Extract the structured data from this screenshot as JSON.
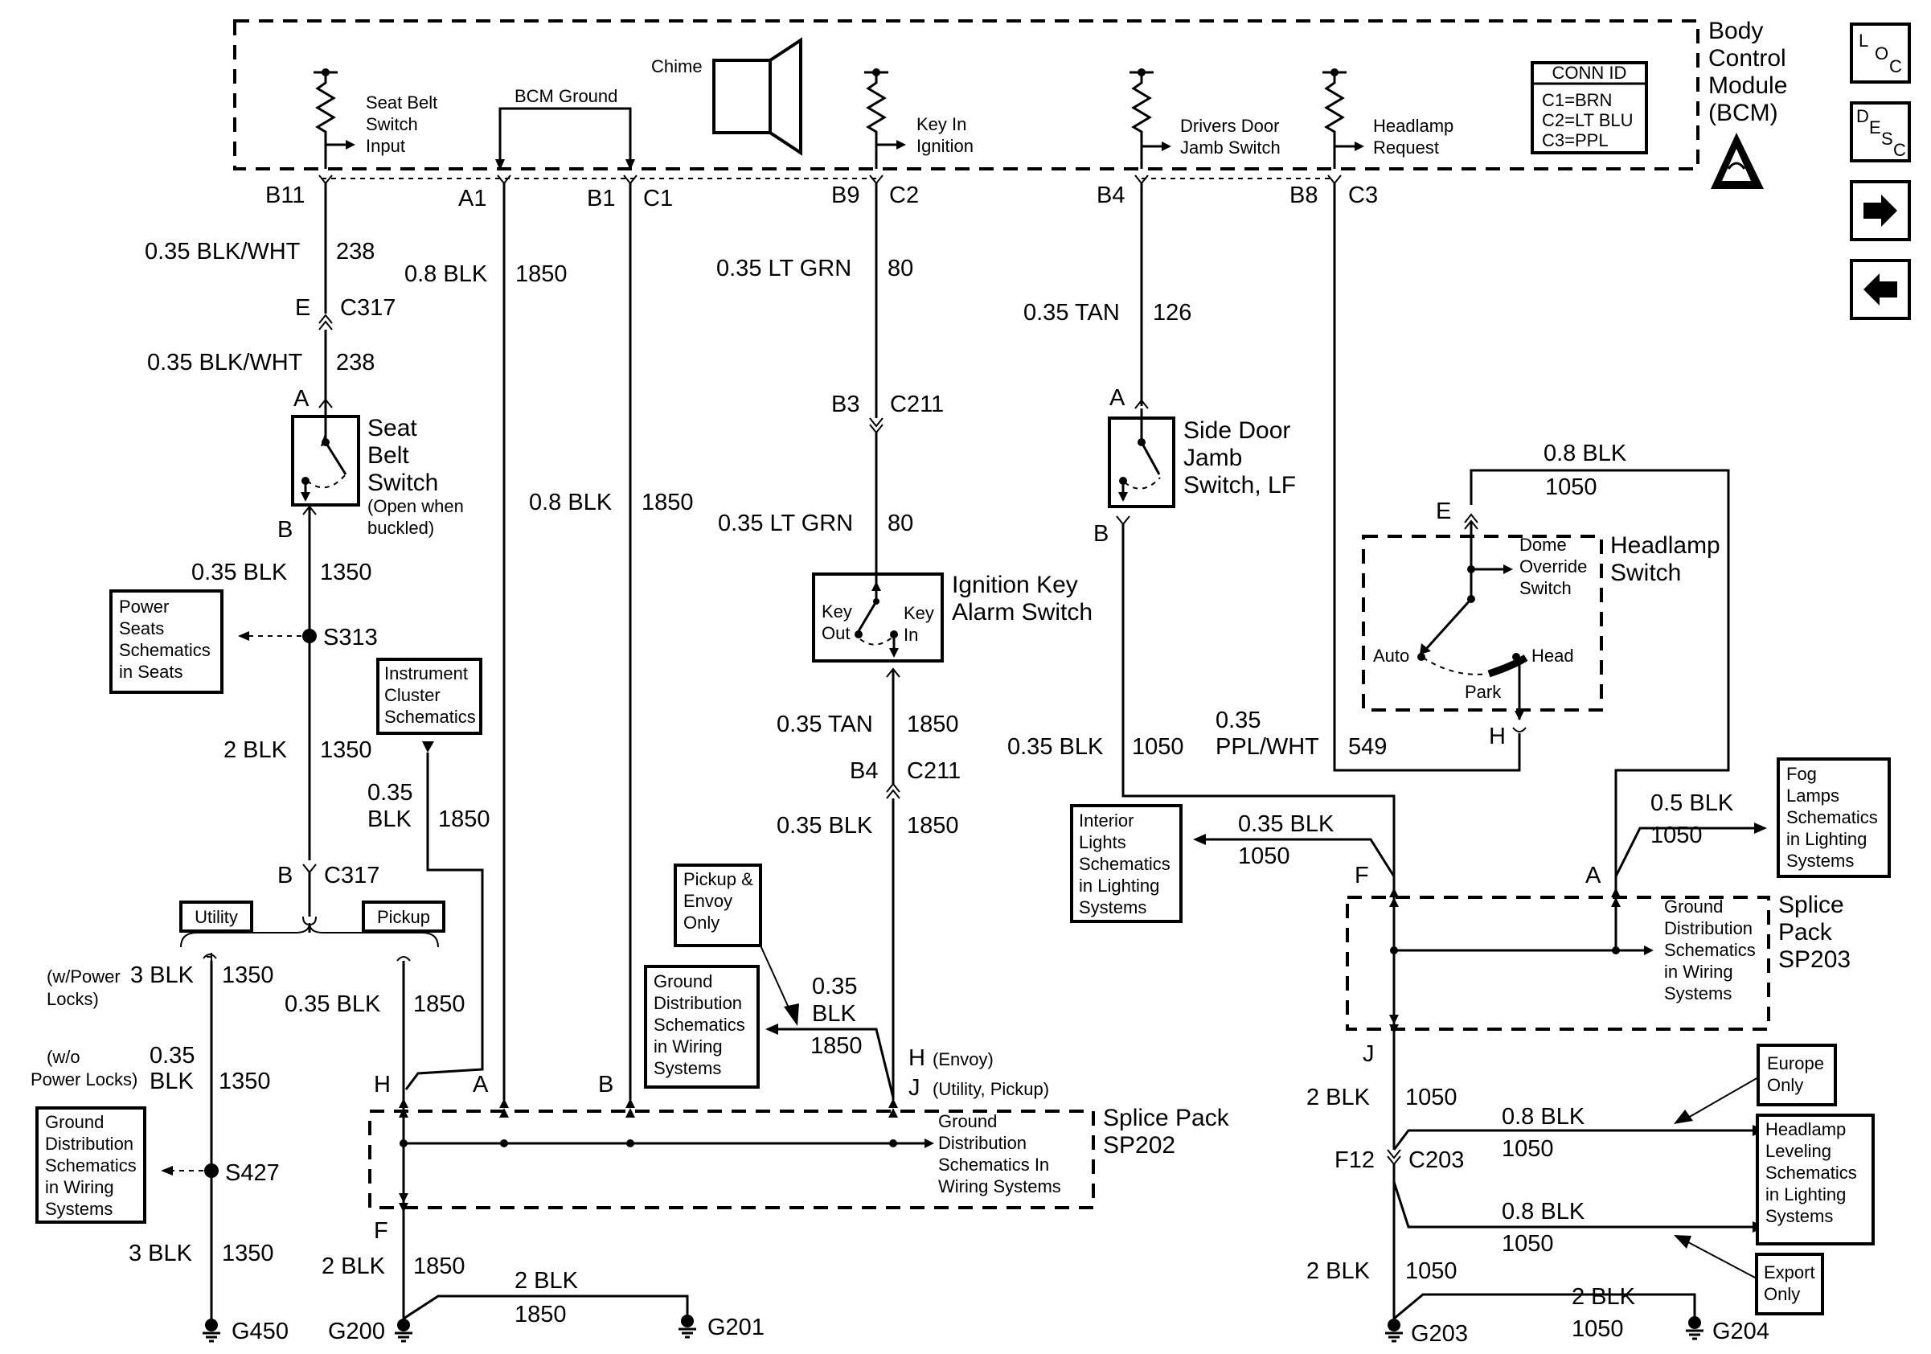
{
  "bcm": {
    "title_lines": [
      "Body",
      "Control",
      "Module",
      "(BCM)"
    ],
    "conn_id": {
      "title": "CONN ID",
      "lines": [
        "C1=BRN",
        "C2=LT BLU",
        "C3=PPL"
      ]
    },
    "seat_belt_input": [
      "Seat Belt",
      "Switch",
      "Input"
    ],
    "bcm_ground": "BCM Ground",
    "chime": "Chime",
    "key_in_ignition": [
      "Key In",
      "Ignition"
    ],
    "drivers_door": [
      "Drivers Door",
      "Jamb Switch"
    ],
    "headlamp_request": [
      "Headlamp",
      "Request"
    ]
  },
  "nav": {
    "loc": [
      "L",
      "O",
      "C"
    ],
    "desc": [
      "D",
      "E",
      "S",
      "C"
    ],
    "next_icon": "arrow-right-icon",
    "prev_icon": "arrow-left-icon",
    "esd_icon": "esd-warning-icon"
  },
  "pins": {
    "b11": "B11",
    "a1": "A1",
    "b1": "B1",
    "c1": "C1",
    "b9": "B9",
    "c2": "C2",
    "b4": "B4",
    "b8": "B8",
    "c3": "C3"
  },
  "col1": {
    "w1": "0.35 BLK/WHT",
    "w1n": "238",
    "c317_e": "E",
    "c317": "C317",
    "w2": "0.35 BLK/WHT",
    "w2n": "238",
    "pin_a": "A",
    "sw_title": [
      "Seat",
      "Belt",
      "Switch"
    ],
    "sw_note": [
      "(Open when",
      "buckled)"
    ],
    "pin_b": "B",
    "w3": "0.35 BLK",
    "w3n": "1350",
    "power_seats": [
      "Power",
      "Seats",
      "Schematics",
      "in Seats"
    ],
    "s313": "S313",
    "w4": "2 BLK",
    "w4n": "1350",
    "c317b_pin": "B",
    "c317b": "C317",
    "utility": "Utility",
    "pickup": "Pickup",
    "w5_note": [
      "(w/Power",
      "Locks)"
    ],
    "w5": "3 BLK",
    "w5n": "1350",
    "w6_note": [
      "(w/o",
      "Power Locks)"
    ],
    "w6a": "0.35",
    "w6b": "BLK",
    "w6n": "1350",
    "gd_ref": [
      "Ground",
      "Distribution",
      "Schematics",
      "in Wiring",
      "Systems"
    ],
    "s427": "S427",
    "w7": "3 BLK",
    "w7n": "1350",
    "g450": "G450"
  },
  "col2": {
    "w1": "0.8 BLK",
    "w1n": "1850",
    "w2": "0.8 BLK",
    "w2n": "1850",
    "ic_ref": [
      "Instrument",
      "Cluster",
      "Schematics"
    ],
    "w3a": "0.35",
    "w3b": "BLK",
    "w3n": "1850",
    "w4": "0.35 BLK",
    "w4n": "1850",
    "pin_h": "H",
    "pin_a": "A",
    "pin_b": "B",
    "pin_f": "F",
    "w5": "2 BLK",
    "w5n": "1850",
    "g200": "G200",
    "g201": "G201",
    "w6": "2 BLK",
    "w6n": "1850"
  },
  "col3": {
    "w1": "0.35 LT GRN",
    "w1n": "80",
    "b3": "B3",
    "c211": "C211",
    "w2": "0.35 LT GRN",
    "w2n": "80",
    "sw_title": [
      "Ignition Key",
      "Alarm Switch"
    ],
    "key_out": [
      "Key",
      "Out"
    ],
    "key_in": [
      "Key",
      "In"
    ],
    "w3": "0.35 TAN",
    "w3n": "1850",
    "b4": "B4",
    "c211b": "C211",
    "w4": "0.35 BLK",
    "w4n": "1850",
    "pickup_envoy": [
      "Pickup &",
      "Envoy",
      "Only"
    ],
    "gd_ref": [
      "Ground",
      "Distribution",
      "Schematics",
      "in Wiring",
      "Systems"
    ],
    "w5a": "0.35",
    "w5b": "BLK",
    "w5n": "1850",
    "pin_h": "H",
    "pin_h_note": "(Envoy)",
    "pin_j": "J",
    "pin_j_note": "(Utility, Pickup)",
    "sp_ref": [
      "Ground",
      "Distribution",
      "Schematics In",
      "Wiring Systems"
    ],
    "sp_title": [
      "Splice Pack",
      "SP202"
    ]
  },
  "col4": {
    "w1": "0.35 TAN",
    "w1n": "126",
    "pin_a": "A",
    "sw_title": [
      "Side Door",
      "Jamb",
      "Switch, LF"
    ],
    "pin_b": "B",
    "w2": "0.35 BLK",
    "w2n": "1050",
    "w3a": "0.35",
    "w3b": "PPL/WHT",
    "w3n": "549",
    "hs_w": "0.8 BLK",
    "hs_wn": "1050",
    "hs_pin_e": "E",
    "hs_title": [
      "Headlamp",
      "Switch"
    ],
    "dome": [
      "Dome",
      "Override",
      "Switch"
    ],
    "auto": "Auto",
    "park": "Park",
    "head": "Head",
    "hs_pin_h": "H",
    "il_ref": [
      "Interior",
      "Lights",
      "Schematics",
      "in Lighting",
      "Systems"
    ],
    "w4": "0.35 BLK",
    "w4n": "1050",
    "fog_ref": [
      "Fog",
      "Lamps",
      "Schematics",
      "in Lighting",
      "Systems"
    ],
    "w5": "0.5 BLK",
    "w5n": "1050",
    "pin_f": "F",
    "sp_ref": [
      "Ground",
      "Distribution",
      "Schematics",
      "in Wiring",
      "Systems"
    ],
    "sp_title": [
      "Splice",
      "Pack",
      "SP203"
    ],
    "pin_j": "J",
    "w6": "2 BLK",
    "w6n": "1050",
    "europe": [
      "Europe",
      "Only"
    ],
    "w7": "0.8 BLK",
    "w7n": "1050",
    "f12": "F12",
    "c203": "C203",
    "hl_ref": [
      "Headlamp",
      "Leveling",
      "Schematics",
      "in Lighting",
      "Systems"
    ],
    "w8": "0.8 BLK",
    "w8n": "1050",
    "export": [
      "Export",
      "Only"
    ],
    "w9": "2 BLK",
    "w9n": "1050",
    "g203": "G203",
    "g204": "G204",
    "w10": "2 BLK",
    "w10n": "1050"
  }
}
